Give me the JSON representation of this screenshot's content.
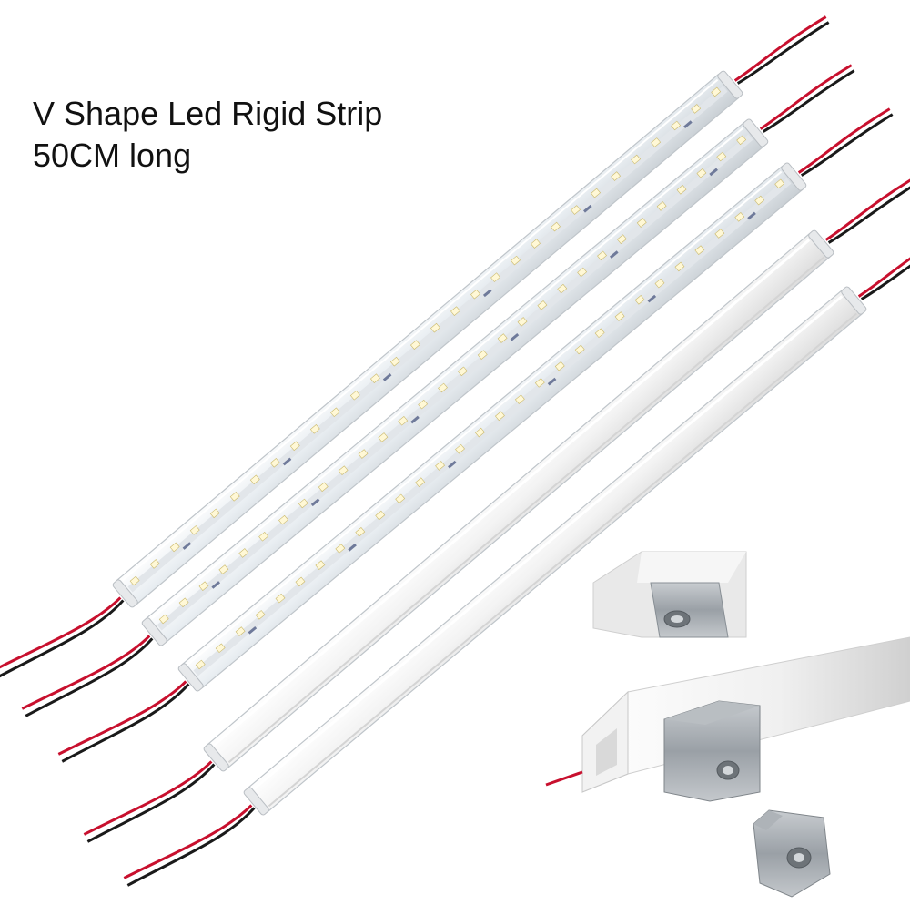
{
  "caption": {
    "line1": "V Shape Led Rigid Strip",
    "line2": "50CM long"
  },
  "colors": {
    "background": "#ffffff",
    "caption_text": "#111111",
    "wire_red": "#c8102e",
    "wire_black": "#1a1a1a",
    "profile_aluminum": "#d9dde0",
    "clear_cover_glow": "#eef3f7",
    "milky_cover": "#f1f1f1",
    "led_chip": "#fff8d6",
    "pcb_mark": "#6f7a9a"
  },
  "product": {
    "clear_strip_count": 3,
    "milky_strip_count": 2
  }
}
